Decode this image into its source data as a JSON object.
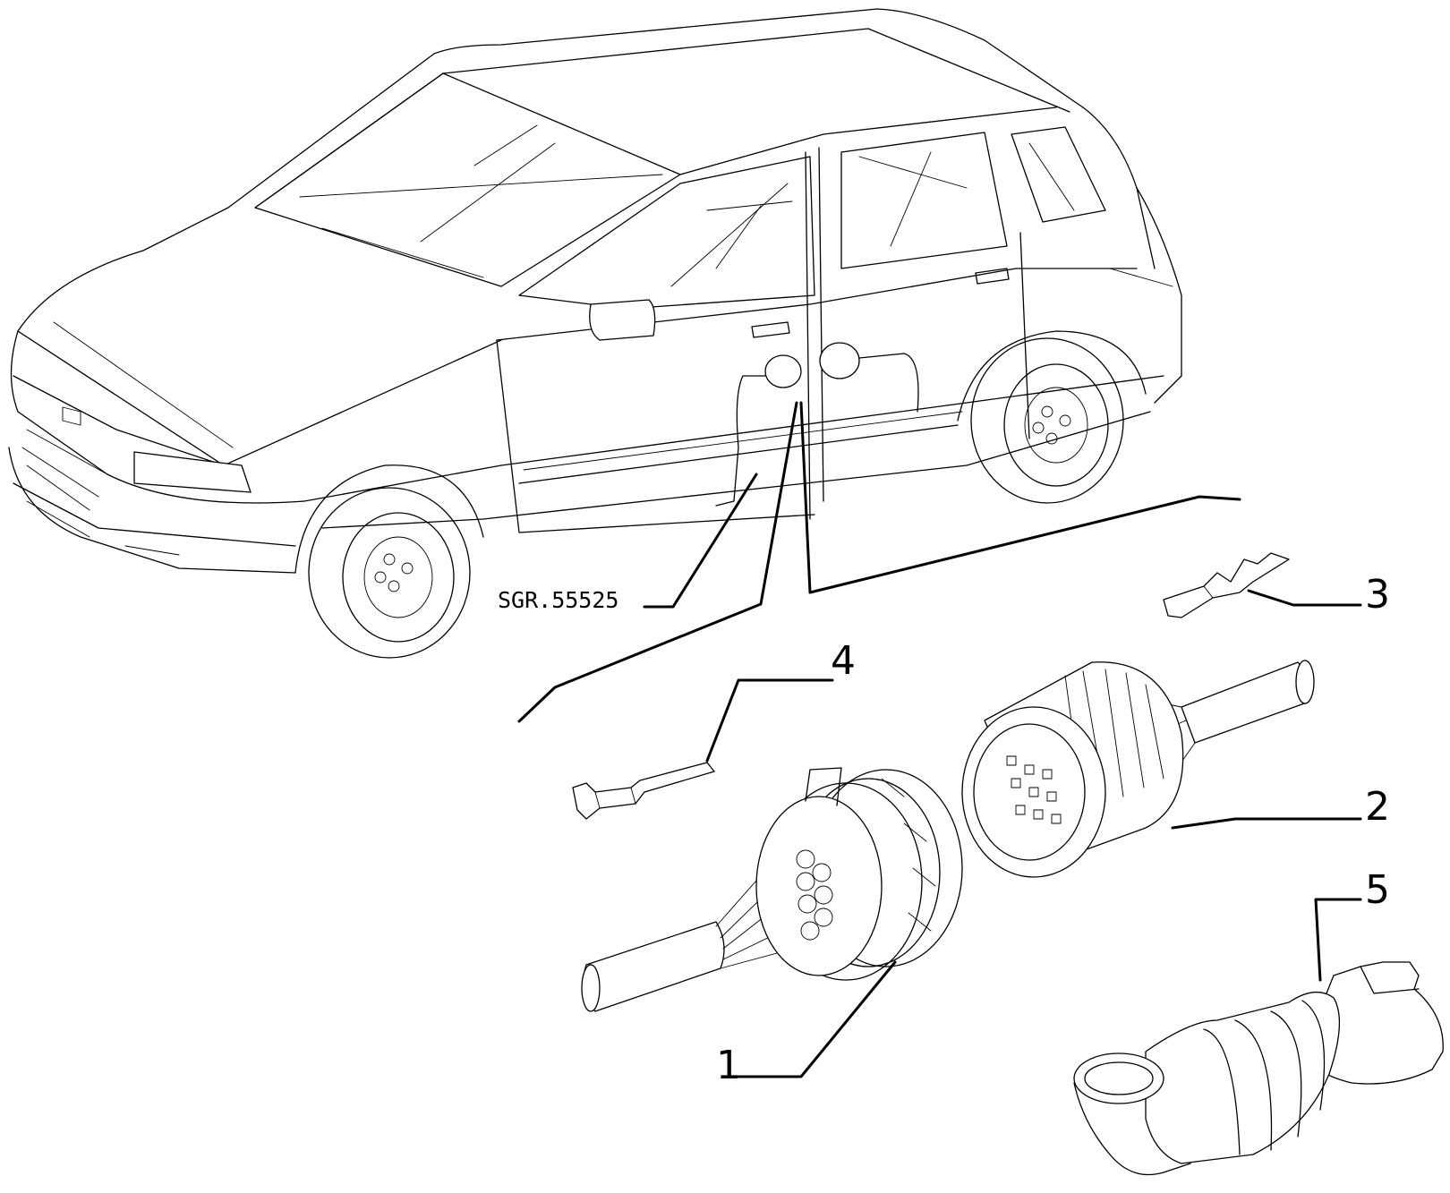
{
  "reference_code": "SGR.55525",
  "callouts": [
    {
      "id": "1",
      "label": "1"
    },
    {
      "id": "2",
      "label": "2"
    },
    {
      "id": "3",
      "label": "3"
    },
    {
      "id": "4",
      "label": "4"
    },
    {
      "id": "5",
      "label": "5"
    }
  ]
}
